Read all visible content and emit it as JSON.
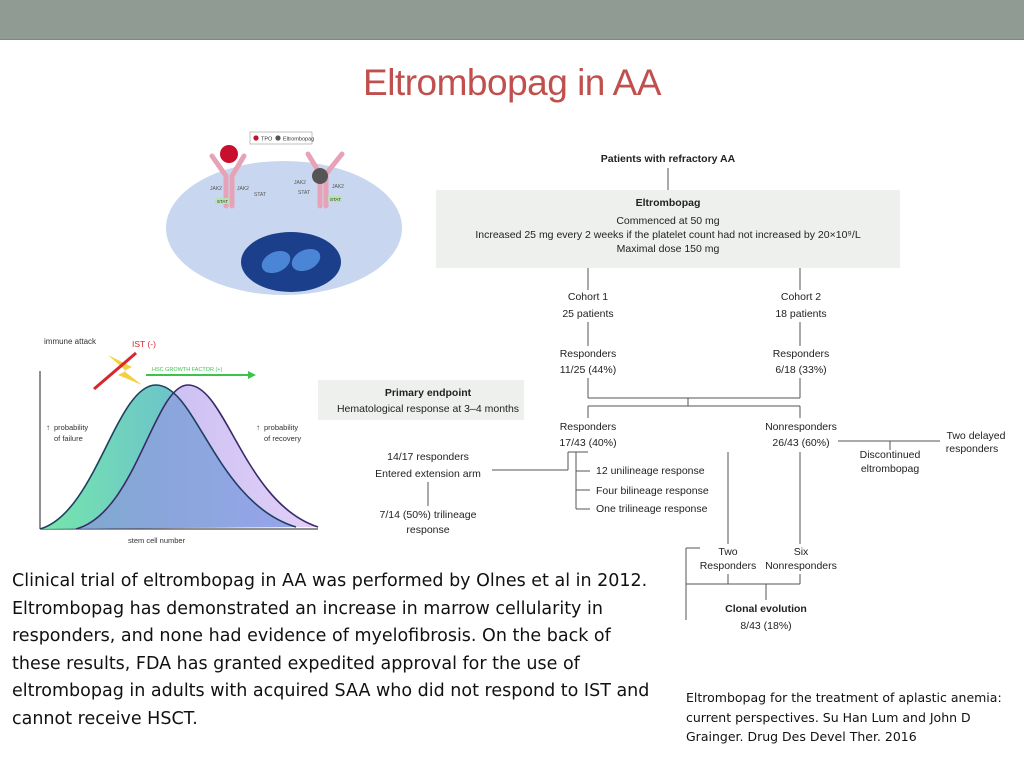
{
  "slide": {
    "title": "Eltrombopag in AA",
    "body_text": "Clinical trial of eltrombopag in AA was performed by Olnes et al in 2012. Eltrombopag has demonstrated an increase in marrow cellularity in responders, and none had evidence of myelofibrosis. On the back of these results, FDA has granted expedited approval for the use of eltrombopag in adults with acquired SAA who did not respond to IST and cannot receive HSCT.",
    "citation": "Eltrombopag for the treatment of aplastic anemia: current perspectives. Su Han Lum and John D Grainger. Drug Des Devel Ther. 2016"
  },
  "cell_figure": {
    "legend_tpo": "TPO",
    "legend_eltrombopag": "Eltrombopag",
    "jak2": "JAK2",
    "stat": "STAT",
    "colors": {
      "cell": "#c9d6ef",
      "nucleus": "#1b3f8a",
      "receptor": "#e6a3b8",
      "tpo": "#c8102e",
      "eltrombopag": "#555555"
    }
  },
  "curve_figure": {
    "immune_attack": "immune attack",
    "ist": "IST (-)",
    "hsc_growth": "HSC GROWTH FACTOR (+)",
    "prob_failure_1": "probability",
    "prob_failure_2": "of failure",
    "prob_recovery_1": "probability",
    "prob_recovery_2": "of recovery",
    "xlabel": "stem cell number",
    "colors": {
      "failure": "#7fe0a8",
      "recovery": "#a98be0",
      "ist": "#d9262e",
      "growth": "#3cc44a"
    }
  },
  "flow": {
    "patients": "Patients with refractory AA",
    "eltro_title": "Eltrombopag",
    "eltro_l1": "Commenced at 50 mg",
    "eltro_l2": "Increased 25 mg every 2 weeks if the platelet count had not increased by 20×10⁹/L",
    "eltro_l3": "Maximal dose 150 mg",
    "cohort1_a": "Cohort 1",
    "cohort1_b": "25 patients",
    "cohort2_a": "Cohort 2",
    "cohort2_b": "18 patients",
    "resp1_a": "Responders",
    "resp1_b": "11/25 (44%)",
    "resp2_a": "Responders",
    "resp2_b": "6/18 (33%)",
    "primary_title": "Primary endpoint",
    "primary_text": "Hematological response at 3–4 months",
    "resp_all_a": "Responders",
    "resp_all_b": "17/43 (40%)",
    "nonresp_a": "Nonresponders",
    "nonresp_b": "26/43 (60%)",
    "two_delayed_a": "Two delayed",
    "two_delayed_b": "responders",
    "discontinued_a": "Discontinued",
    "discontinued_b": "eltrombopag",
    "ext_a": "14/17 responders",
    "ext_b": "Entered extension arm",
    "uni": "12 unilineage response",
    "bi": "Four bilineage response",
    "tri": "One trilineage response",
    "tri_ext_a": "7/14 (50%) trilineage",
    "tri_ext_b": "response",
    "two_resp_a": "Two",
    "two_resp_b": "Responders",
    "six_non_a": "Six",
    "six_non_b": "Nonresponders",
    "clonal_a": "Clonal evolution",
    "clonal_b": "8/43 (18%)"
  }
}
